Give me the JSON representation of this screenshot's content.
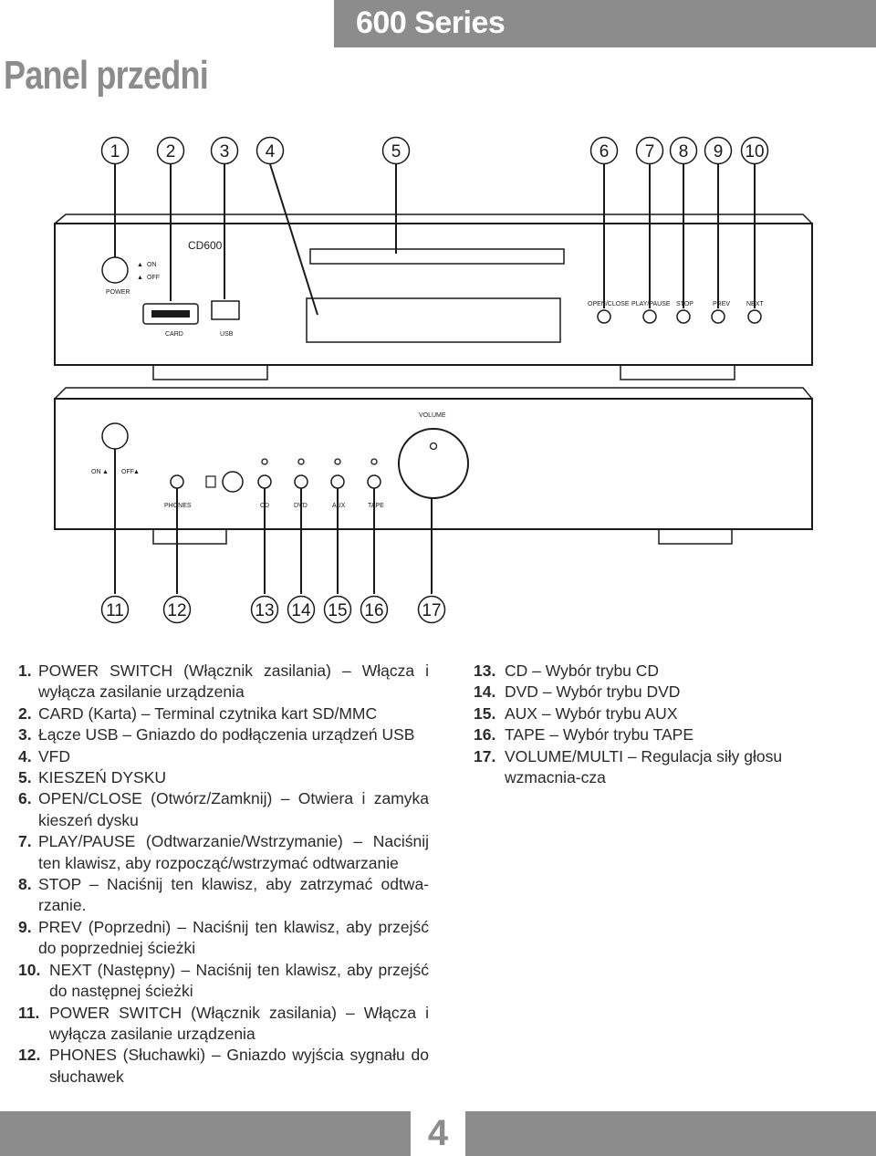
{
  "header": {
    "series": "600 Series",
    "title": "Panel przedni"
  },
  "callouts_top": [
    "1",
    "2",
    "3",
    "4",
    "5",
    "6",
    "7",
    "8",
    "9",
    "10"
  ],
  "callouts_bottom": [
    "11",
    "12",
    "13",
    "14",
    "15",
    "16",
    "17"
  ],
  "cd_unit": {
    "model": "CD600",
    "on": "ON",
    "off": "OFF",
    "power": "POWER",
    "card": "CARD",
    "usb": "USB",
    "buttons": [
      "OPEN/CLOSE",
      "PLAY/PAUSE",
      "STOP",
      "PREV",
      "NEXT"
    ]
  },
  "amp_unit": {
    "volume": "VOLUME",
    "on": "ON",
    "off": "OFF",
    "phones": "PHONES",
    "inputs": [
      "CD",
      "DVD",
      "AUX",
      "TAPE"
    ]
  },
  "descriptions_left": [
    {
      "num": "1",
      "text": "POWER SWITCH (Włącznik zasilania) – Włącza i wyłącza zasilanie urządzenia"
    },
    {
      "num": "2",
      "text": "CARD (Karta) – Terminal czytnika kart SD/MMC"
    },
    {
      "num": "3",
      "text": "Łącze USB – Gniazdo do podłączenia urządzeń USB"
    },
    {
      "num": "4",
      "text": "VFD"
    },
    {
      "num": "5",
      "text": "KIESZEŃ DYSKU"
    },
    {
      "num": "6",
      "text": "OPEN/CLOSE (Otwórz/Zamknij) – Otwiera i zamyka kieszeń dysku"
    },
    {
      "num": "7",
      "text": "PLAY/PAUSE (Odtwarzanie/Wstrzymanie) – Naciśnij ten klawisz, aby rozpocząć/wstrzymać odtwarzanie"
    },
    {
      "num": "8",
      "text": "STOP – Naciśnij ten klawisz, aby zatrzymać odtwa-rzanie."
    },
    {
      "num": "9",
      "text": "PREV (Poprzedni) – Naciśnij ten klawisz, aby przejść do poprzedniej ścieżki"
    },
    {
      "num": "10",
      "text": "NEXT (Następny) – Naciśnij ten klawisz, aby przejść do następnej ścieżki"
    },
    {
      "num": "11",
      "text": "POWER SWITCH (Włącznik zasilania) – Włącza i wyłącza zasilanie urządzenia"
    },
    {
      "num": "12",
      "text": "PHONES (Słuchawki) – Gniazdo wyjścia sygnału do słuchawek"
    }
  ],
  "descriptions_right": [
    {
      "num": "13",
      "text": "CD – Wybór trybu CD"
    },
    {
      "num": "14",
      "text": "DVD – Wybór trybu DVD"
    },
    {
      "num": "15",
      "text": "AUX – Wybór trybu AUX"
    },
    {
      "num": "16",
      "text": "TAPE – Wybór trybu TAPE"
    },
    {
      "num": "17",
      "text": "VOLUME/MULTI – Regulacja siły głosu wzmacnia-cza"
    }
  ],
  "page_number": "4"
}
